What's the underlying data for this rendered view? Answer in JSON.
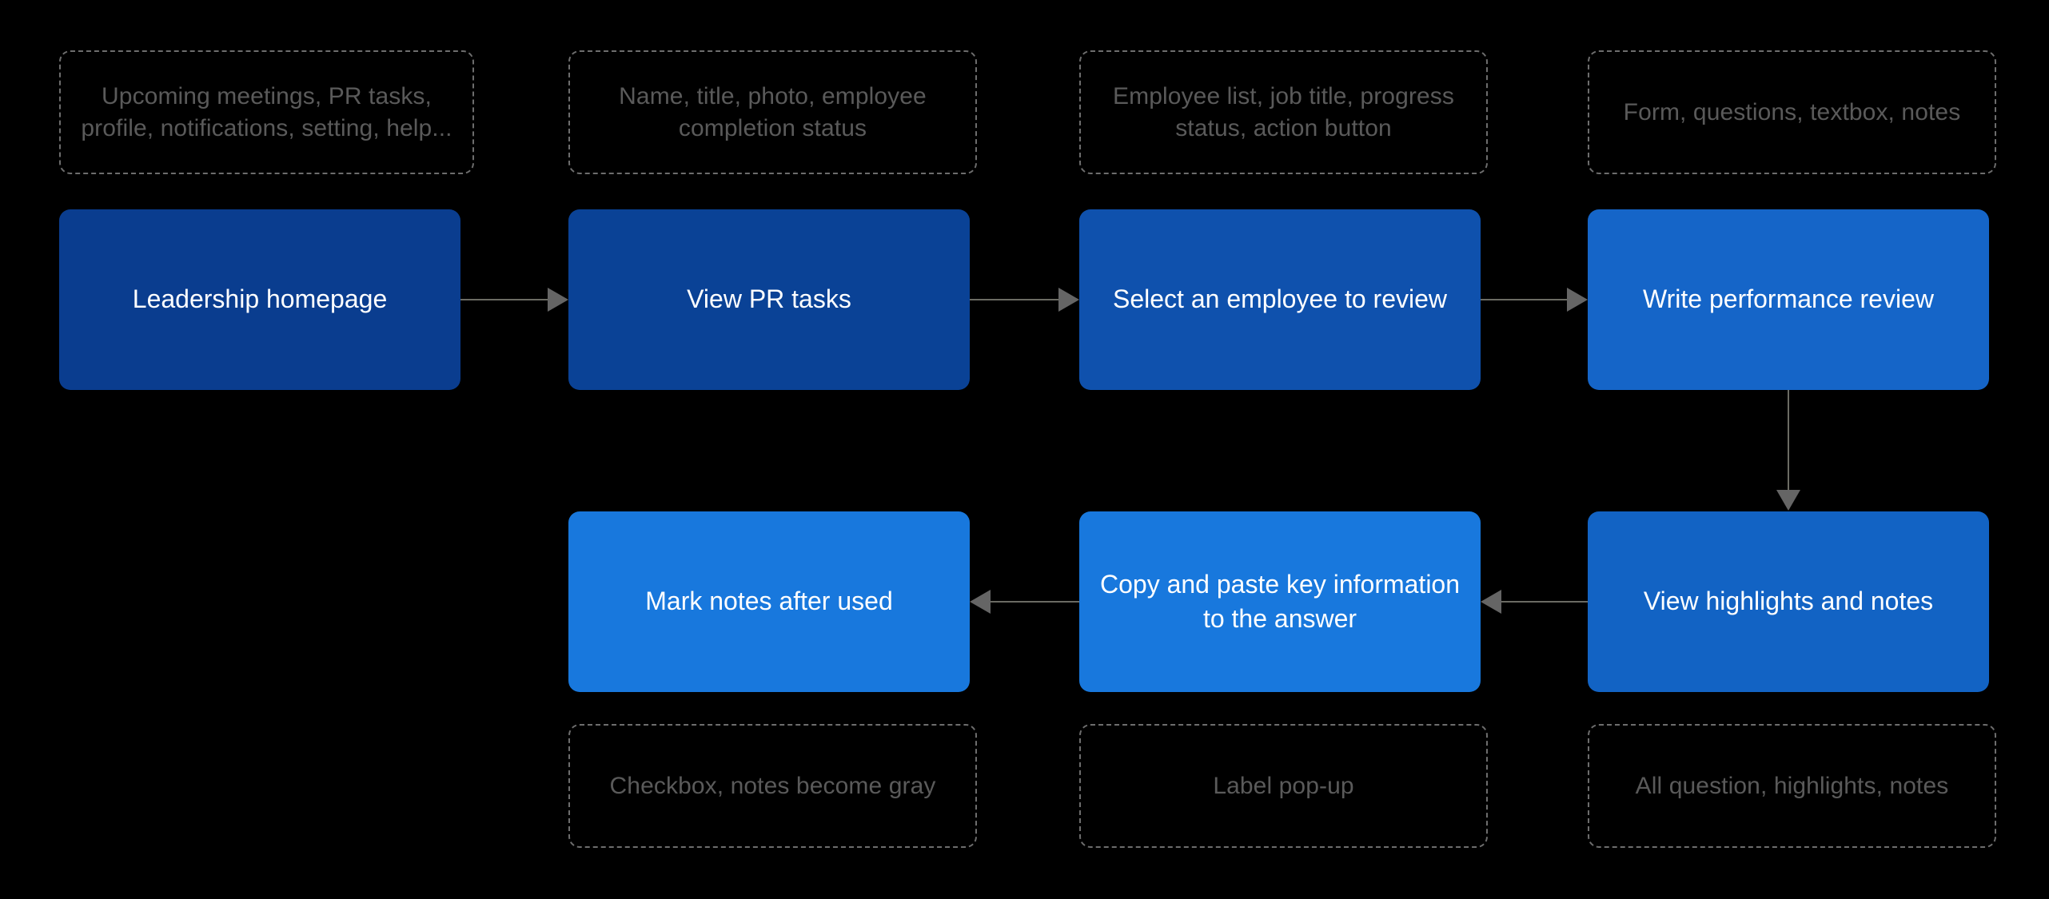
{
  "diagram": {
    "background_color": "#000000",
    "connector_color": "#656565",
    "annotation_text_color": "#5a5a5a",
    "annotation_border_color": "#6d6d6d",
    "node_text_color": "#ffffff"
  },
  "annotations_top": [
    {
      "id": "annot-leadership-homepage",
      "text": "Upcoming meetings, PR tasks, profile, notifications, setting, help..."
    },
    {
      "id": "annot-view-pr-tasks",
      "text": "Name, title, photo, employee completion status"
    },
    {
      "id": "annot-select-employee",
      "text": "Employee list, job title, progress status, action button"
    },
    {
      "id": "annot-write-review",
      "text": "Form, questions, textbox, notes"
    }
  ],
  "annotations_bottom": [
    {
      "id": "annot-mark-notes",
      "text": "Checkbox, notes become gray"
    },
    {
      "id": "annot-copy-paste",
      "text": "Label pop-up"
    },
    {
      "id": "annot-view-highlights",
      "text": "All question, highlights, notes"
    }
  ],
  "nodes": [
    {
      "id": "node-leadership-homepage",
      "label": "Leadership homepage",
      "color": "#0a3d8f"
    },
    {
      "id": "node-view-pr-tasks",
      "label": "View PR tasks",
      "color": "#0a4296"
    },
    {
      "id": "node-select-employee",
      "label": "Select an employee to review",
      "color": "#0f51ad"
    },
    {
      "id": "node-write-review",
      "label": "Write performance review",
      "color": "#1565c8"
    },
    {
      "id": "node-view-highlights",
      "label": "View highlights and notes",
      "color": "#1263c4"
    },
    {
      "id": "node-copy-paste",
      "label": "Copy and paste key information to the answer",
      "color": "#1878dd"
    },
    {
      "id": "node-mark-notes",
      "label": "Mark notes after used",
      "color": "#1878dd"
    }
  ],
  "connectors": [
    {
      "id": "connector-homepage-to-prtasks",
      "direction": "right"
    },
    {
      "id": "connector-prtasks-to-select",
      "direction": "right"
    },
    {
      "id": "connector-select-to-write",
      "direction": "right"
    },
    {
      "id": "connector-write-to-highlights",
      "direction": "down"
    },
    {
      "id": "connector-highlights-to-copy",
      "direction": "left"
    },
    {
      "id": "connector-copy-to-mark",
      "direction": "left"
    }
  ]
}
